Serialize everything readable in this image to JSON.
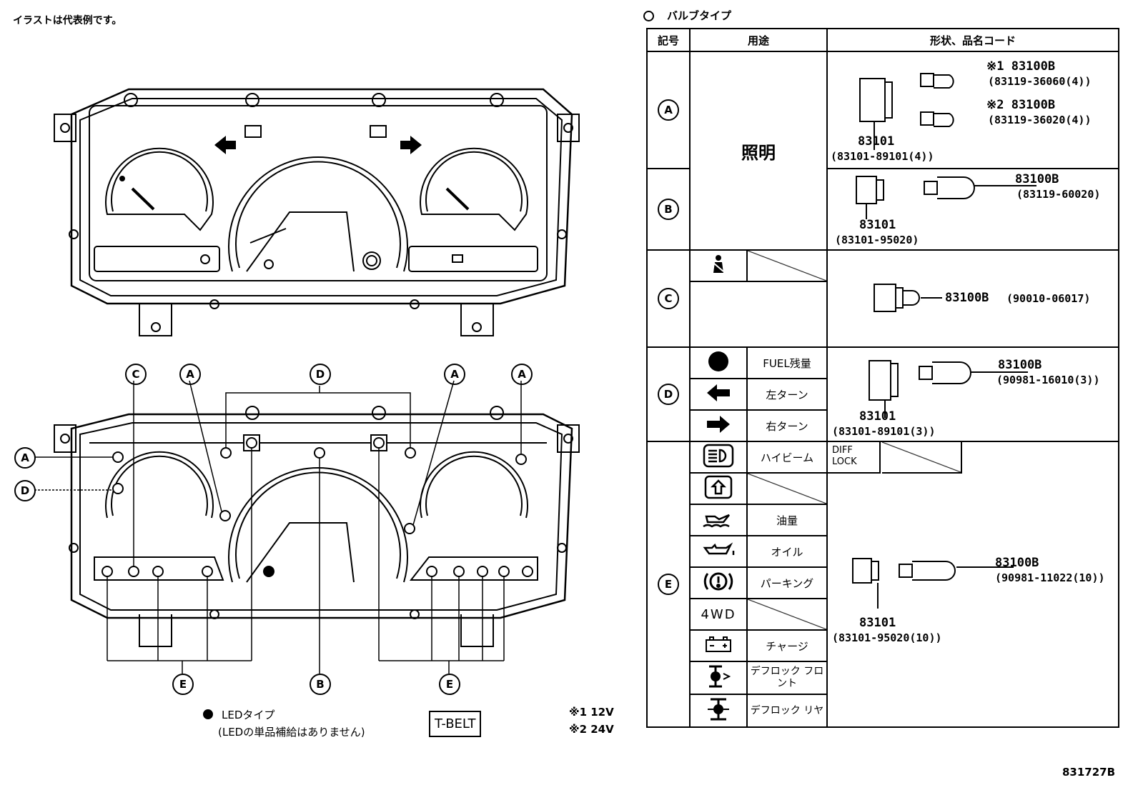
{
  "header": {
    "note": "イラストは代表例です。"
  },
  "legend": {
    "led_label": "LEDタイプ",
    "led_note": "(LEDの単品補給はありません)",
    "tbelt": "T-BELT",
    "voltage1": "※1 12V",
    "voltage2": "※2 24V"
  },
  "callouts": {
    "A": "A",
    "B": "B",
    "C": "C",
    "D": "D",
    "E": "E"
  },
  "table": {
    "title": "バルブタイプ",
    "headers": {
      "symbol": "記号",
      "usage": "用途",
      "shape": "形状、品名コード"
    },
    "rows": {
      "A": {
        "usage": "照明",
        "parts": [
          "※1 83100B",
          "(83119-36060(4))",
          "※2 83100B",
          "(83119-36020(4))",
          "83101",
          "(83101-89101(4))"
        ]
      },
      "B": {
        "parts": [
          "83100B",
          "(83119-60020)",
          "83101",
          "(83101-95020)"
        ]
      },
      "C": {
        "parts": [
          "83100B",
          "(90010-06017)"
        ]
      },
      "D": {
        "items": [
          "FUEL残量",
          "左ターン",
          "右ターン"
        ],
        "parts": [
          "83100B",
          "(90981-16010(3))",
          "83101",
          "(83101-89101(3))"
        ]
      },
      "E": {
        "items": [
          "ハイビーム",
          "油量",
          "オイル",
          "パーキング",
          "チャージ",
          "デフロック フロント",
          "デフロック リヤ"
        ],
        "icon_4wd": "4WD",
        "diff_lock": "DIFF LOCK",
        "parts": [
          "83100B",
          "(90981-11022(10))",
          "83101",
          "(83101-95020(10))"
        ]
      }
    }
  },
  "footer": {
    "code": "831727B"
  }
}
